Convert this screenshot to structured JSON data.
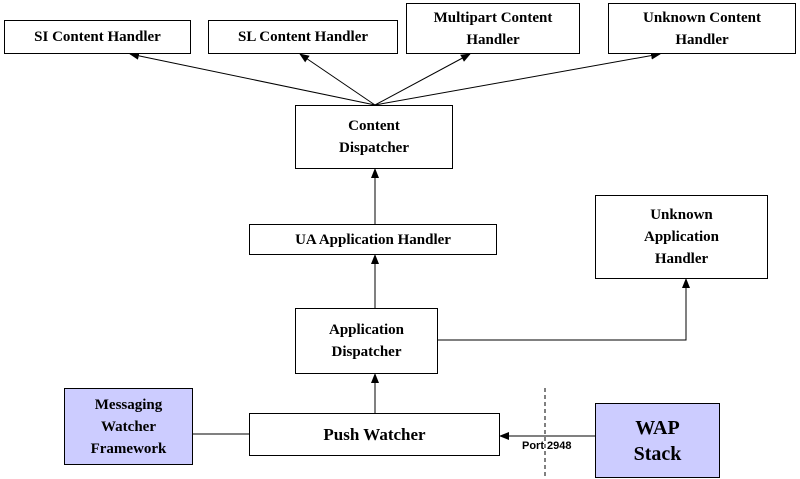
{
  "boxes": {
    "si_handler": "SI Content Handler",
    "sl_handler": "SL Content Handler",
    "multipart_handler": "Multipart Content\nHandler",
    "unknown_content_handler": "Unknown Content\nHandler",
    "content_dispatcher": "Content\nDispatcher",
    "ua_app_handler": "UA Application Handler",
    "unknown_app_handler": "Unknown\nApplication\nHandler",
    "app_dispatcher": "Application\nDispatcher",
    "messaging_watcher": "Messaging\nWatcher\nFramework",
    "push_watcher": "Push Watcher",
    "wap_stack": "WAP\nStack"
  },
  "port_label": "Port 2948",
  "colors": {
    "shaded_fill": "#ccccff",
    "line": "#000000"
  }
}
